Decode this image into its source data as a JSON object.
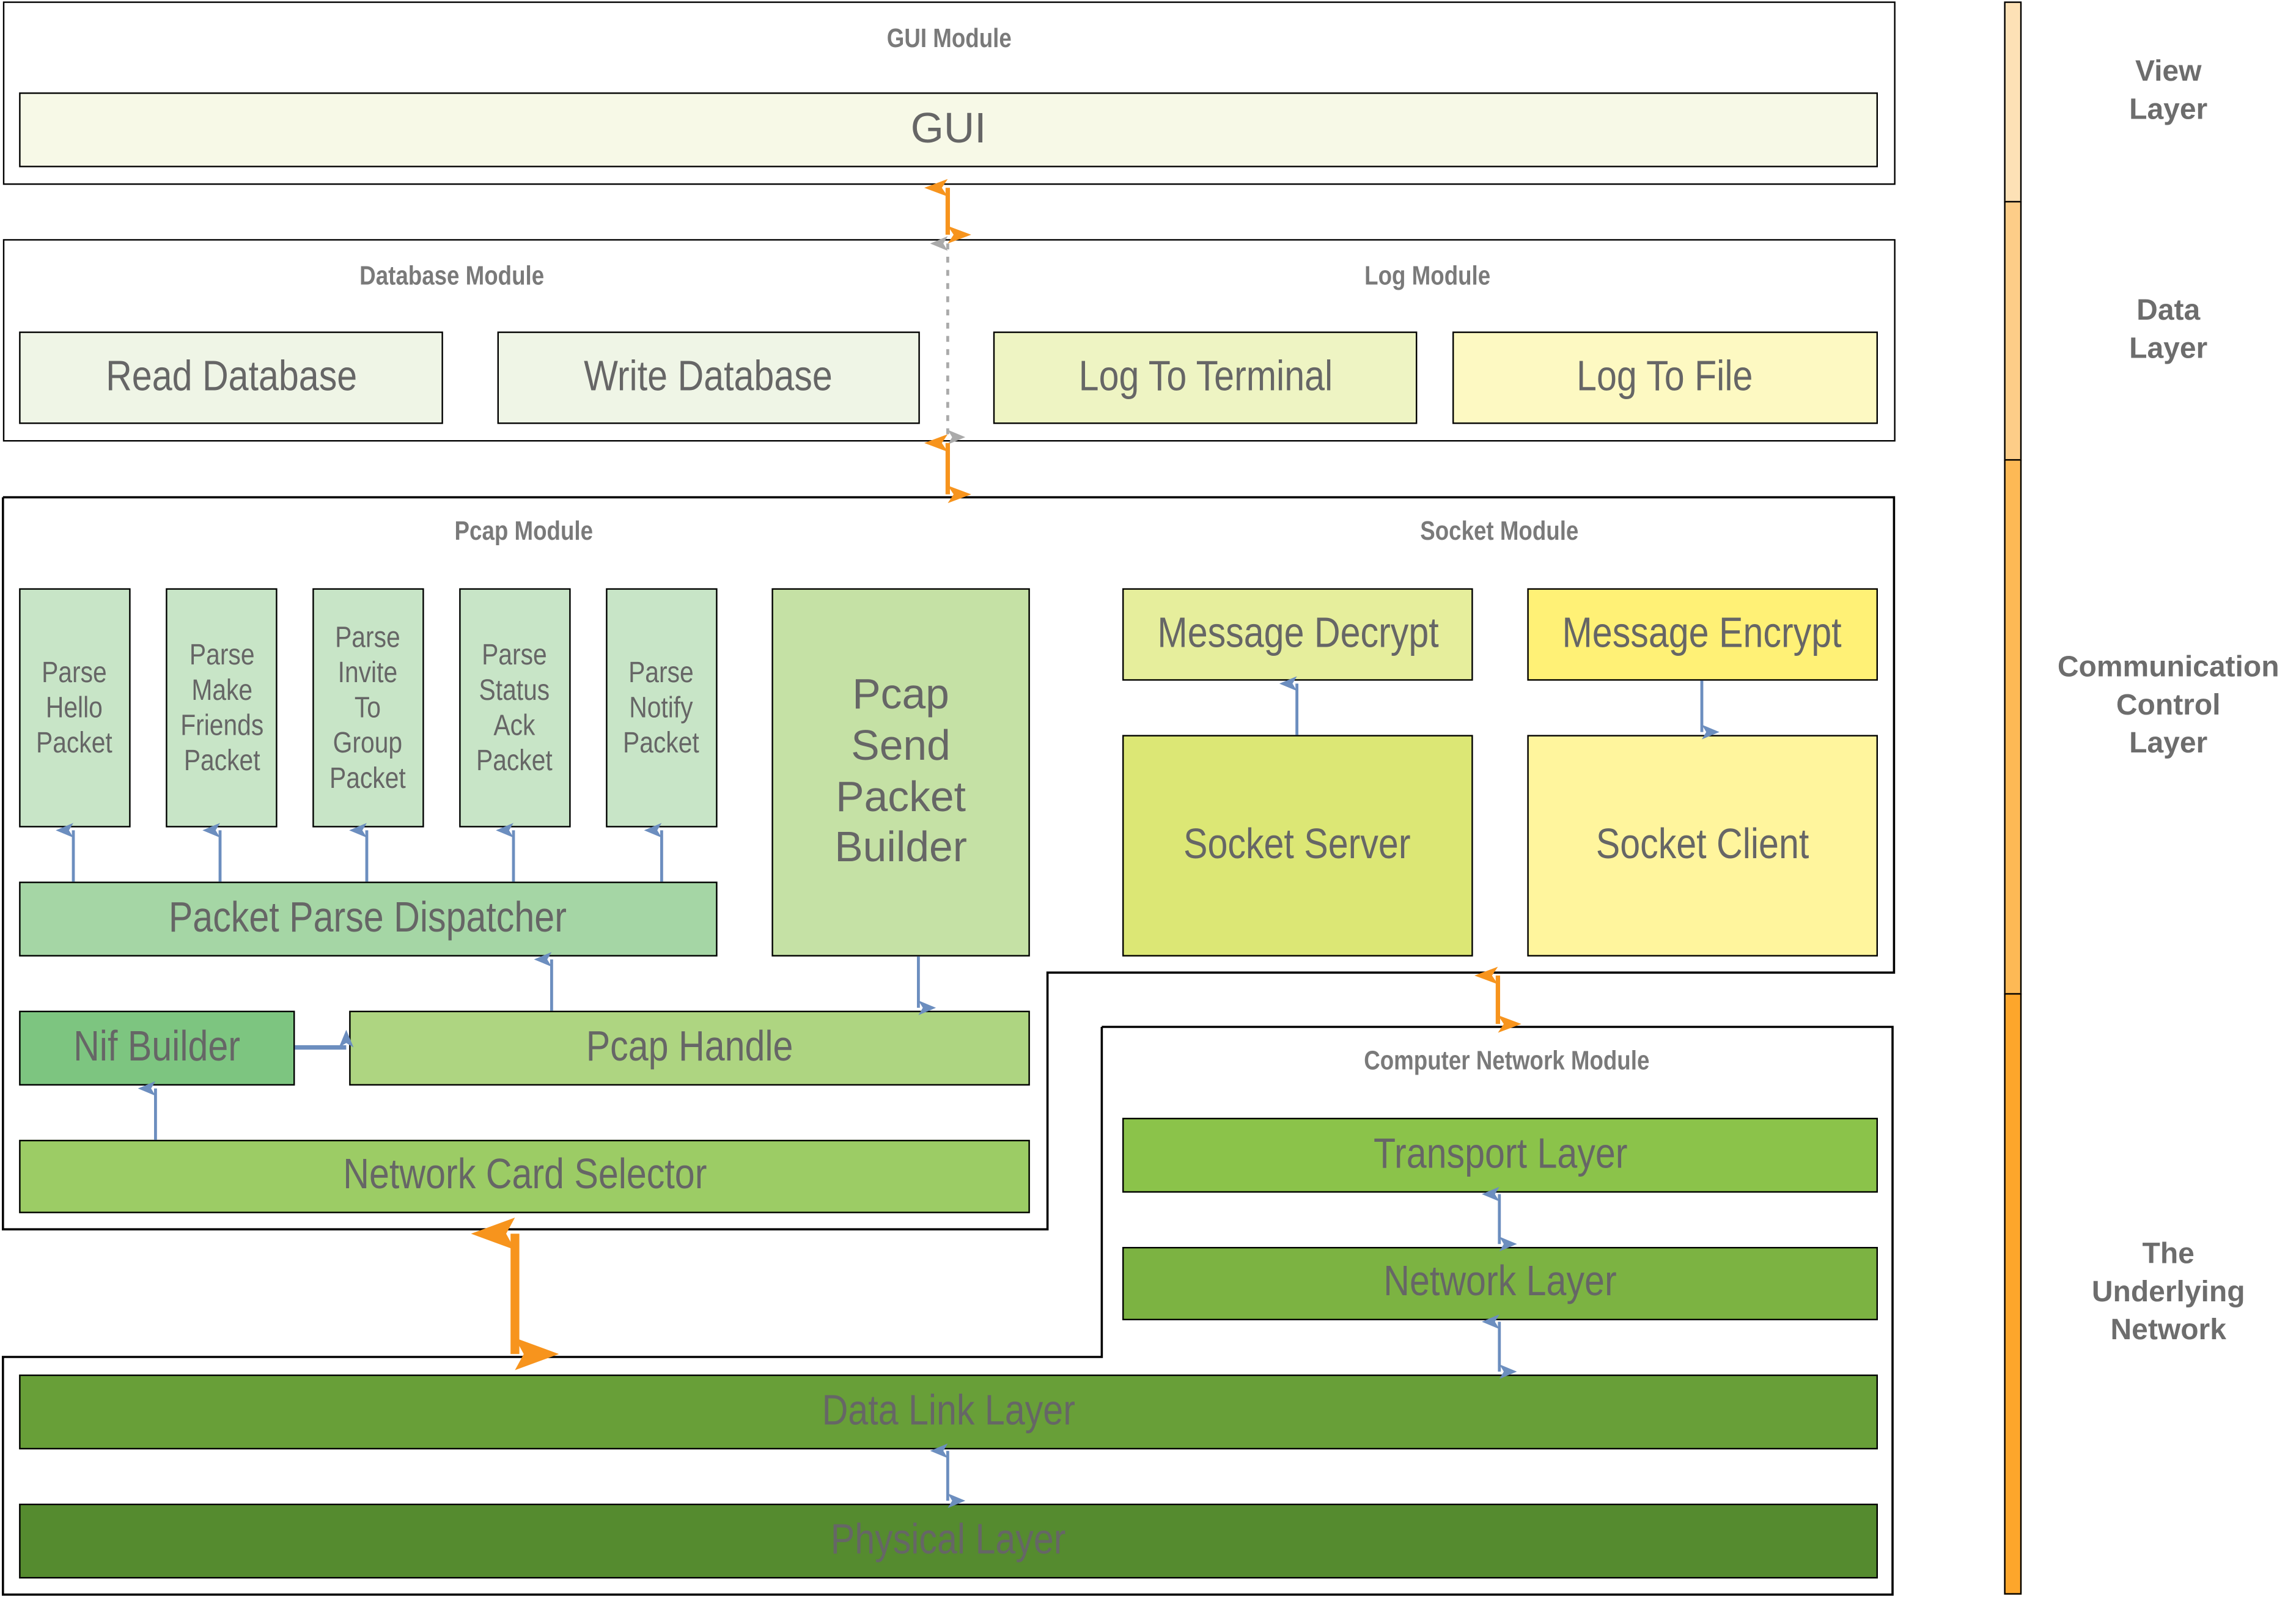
{
  "modules": {
    "gui": {
      "title": "GUI Module",
      "items": {
        "gui": "GUI"
      }
    },
    "database": {
      "title": "Database Module",
      "items": {
        "read": "Read Database",
        "write": "Write Database"
      }
    },
    "log": {
      "title": "Log Module",
      "items": {
        "terminal": "Log To Terminal",
        "file": "Log To File"
      }
    },
    "pcap": {
      "title": "Pcap Module",
      "parsers": [
        {
          "label": "Parse\nHello\nPacket"
        },
        {
          "label": "Parse\nMake\nFriends\nPacket"
        },
        {
          "label": "Parse\nInvite\nTo\nGroup\nPacket"
        },
        {
          "label": "Parse\nStatus\nAck\nPacket"
        },
        {
          "label": "Parse\nNotify\nPacket"
        }
      ],
      "dispatcher": "Packet Parse Dispatcher",
      "send_builder": "Pcap\nSend\nPacket\nBuilder",
      "nif_builder": "Nif Builder",
      "handle": "Pcap Handle",
      "card_selector": "Network Card Selector"
    },
    "socket": {
      "title": "Socket Module",
      "decrypt": "Message Decrypt",
      "encrypt": "Message Encrypt",
      "server": "Socket Server",
      "client": "Socket Client"
    },
    "computer_network": {
      "title": "Computer Network Module",
      "transport": "Transport Layer",
      "network": "Network Layer"
    },
    "underlying": {
      "data_link": "Data Link Layer",
      "physical": "Physical Layer"
    }
  },
  "layers": [
    {
      "label": "View\nLayer",
      "color": "#fde1b6"
    },
    {
      "label": "Data\nLayer",
      "color": "#fdcd88"
    },
    {
      "label": "Communication\nControl\nLayer",
      "color": "#fdb955"
    },
    {
      "label": "The\nUnderlying\nNetwork",
      "color": "#fda62b"
    }
  ],
  "colors": {
    "orange_arrow": "#f7941d",
    "blue_arrow": "#6c8ebf",
    "gray_arrow": "#aaaaaa"
  }
}
